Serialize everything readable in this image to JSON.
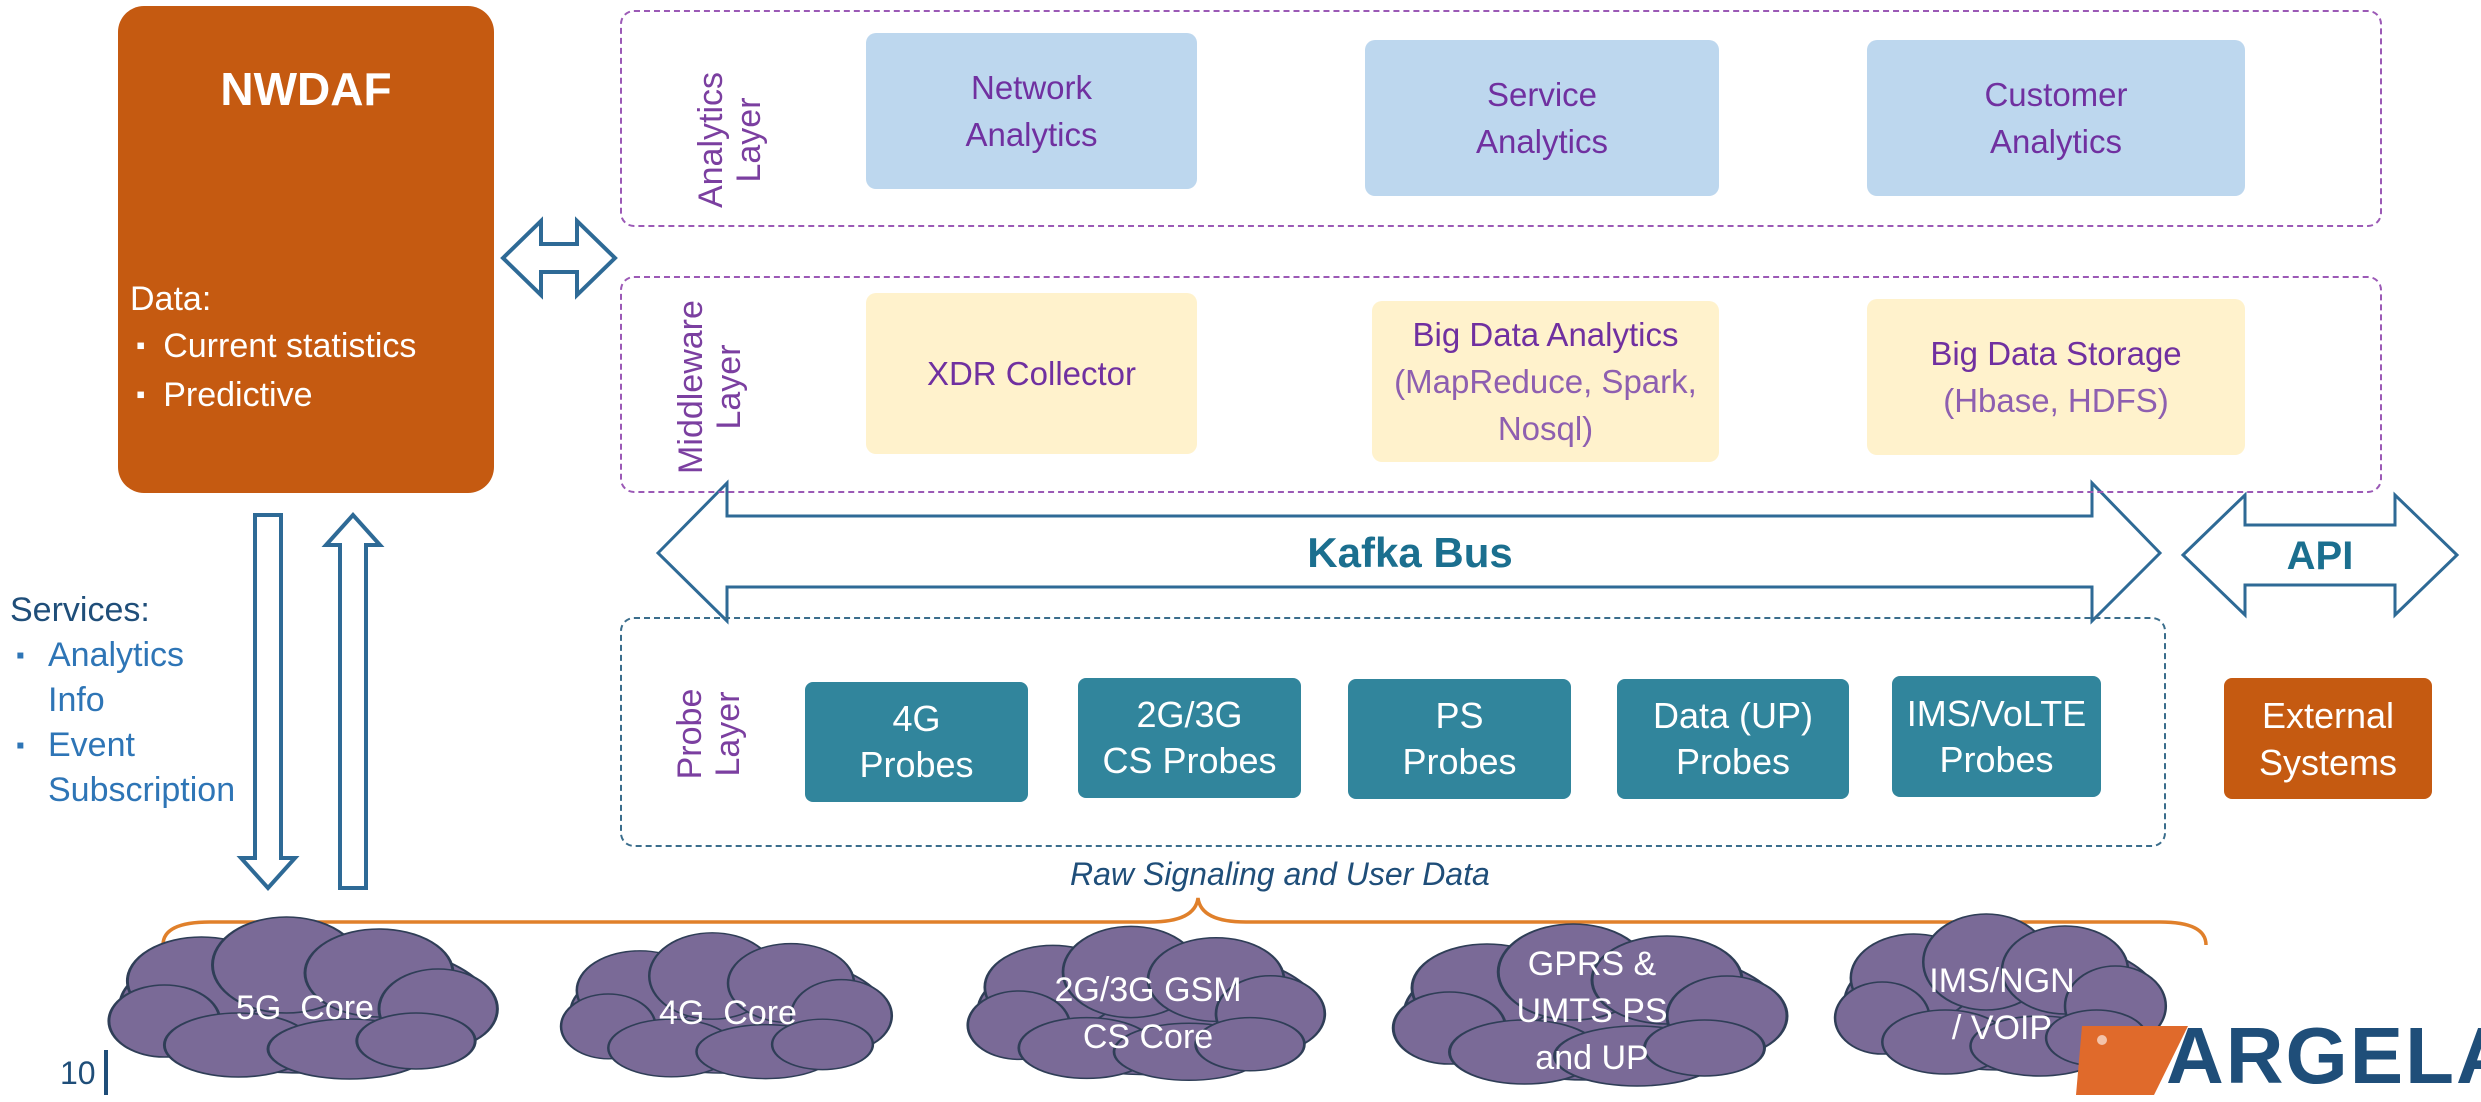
{
  "nwdaf": {
    "title": "NWDAF",
    "data_label": "Data:",
    "data_items": [
      "Current statistics",
      "Predictive"
    ]
  },
  "services": {
    "title": "Services:",
    "items": [
      [
        "Analytics",
        "Info"
      ],
      [
        "Event",
        "Subscription"
      ]
    ]
  },
  "layers": {
    "analytics": {
      "label_line1": "Analytics",
      "label_line2": "Layer",
      "boxes": [
        [
          "Network",
          "Analytics"
        ],
        [
          "Service",
          "Analytics"
        ],
        [
          "Customer",
          "Analytics"
        ]
      ]
    },
    "middleware": {
      "label_line1": "Middleware",
      "label_line2": "Layer",
      "boxes": [
        [
          "XDR Collector"
        ],
        [
          "Big Data Analytics",
          "(MapReduce, Spark,",
          "Nosql)"
        ],
        [
          "Big Data Storage",
          "(Hbase, HDFS)"
        ]
      ]
    },
    "probe": {
      "label_line1": "Probe",
      "label_line2": "Layer",
      "boxes": [
        [
          "4G",
          "Probes"
        ],
        [
          "2G/3G",
          "CS Probes"
        ],
        [
          "PS",
          "Probes"
        ],
        [
          "Data (UP)",
          "Probes"
        ],
        [
          "IMS/VoLTE",
          "Probes"
        ]
      ]
    }
  },
  "kafka_label": "Kafka Bus",
  "api_label": "API",
  "external": [
    "External",
    "Systems"
  ],
  "raw_label": "Raw Signaling and User Data",
  "cores": [
    [
      "5G  Core"
    ],
    [
      "4G  Core"
    ],
    [
      "2G/3G GSM",
      "CS Core"
    ],
    [
      "GPRS &",
      "UMTS PS",
      "and UP"
    ],
    [
      "IMS/NGN",
      "/ VOIP"
    ]
  ],
  "page_number": "10",
  "logo_text": "ARGELA",
  "colors": {
    "orange": "#C55A11",
    "teal": "#31859C",
    "purple": "#7030A0",
    "light_blue": "#BDD7EE",
    "light_yellow": "#FFF2CC",
    "cloud": "#7A6A97",
    "navy": "#1F4E79"
  }
}
